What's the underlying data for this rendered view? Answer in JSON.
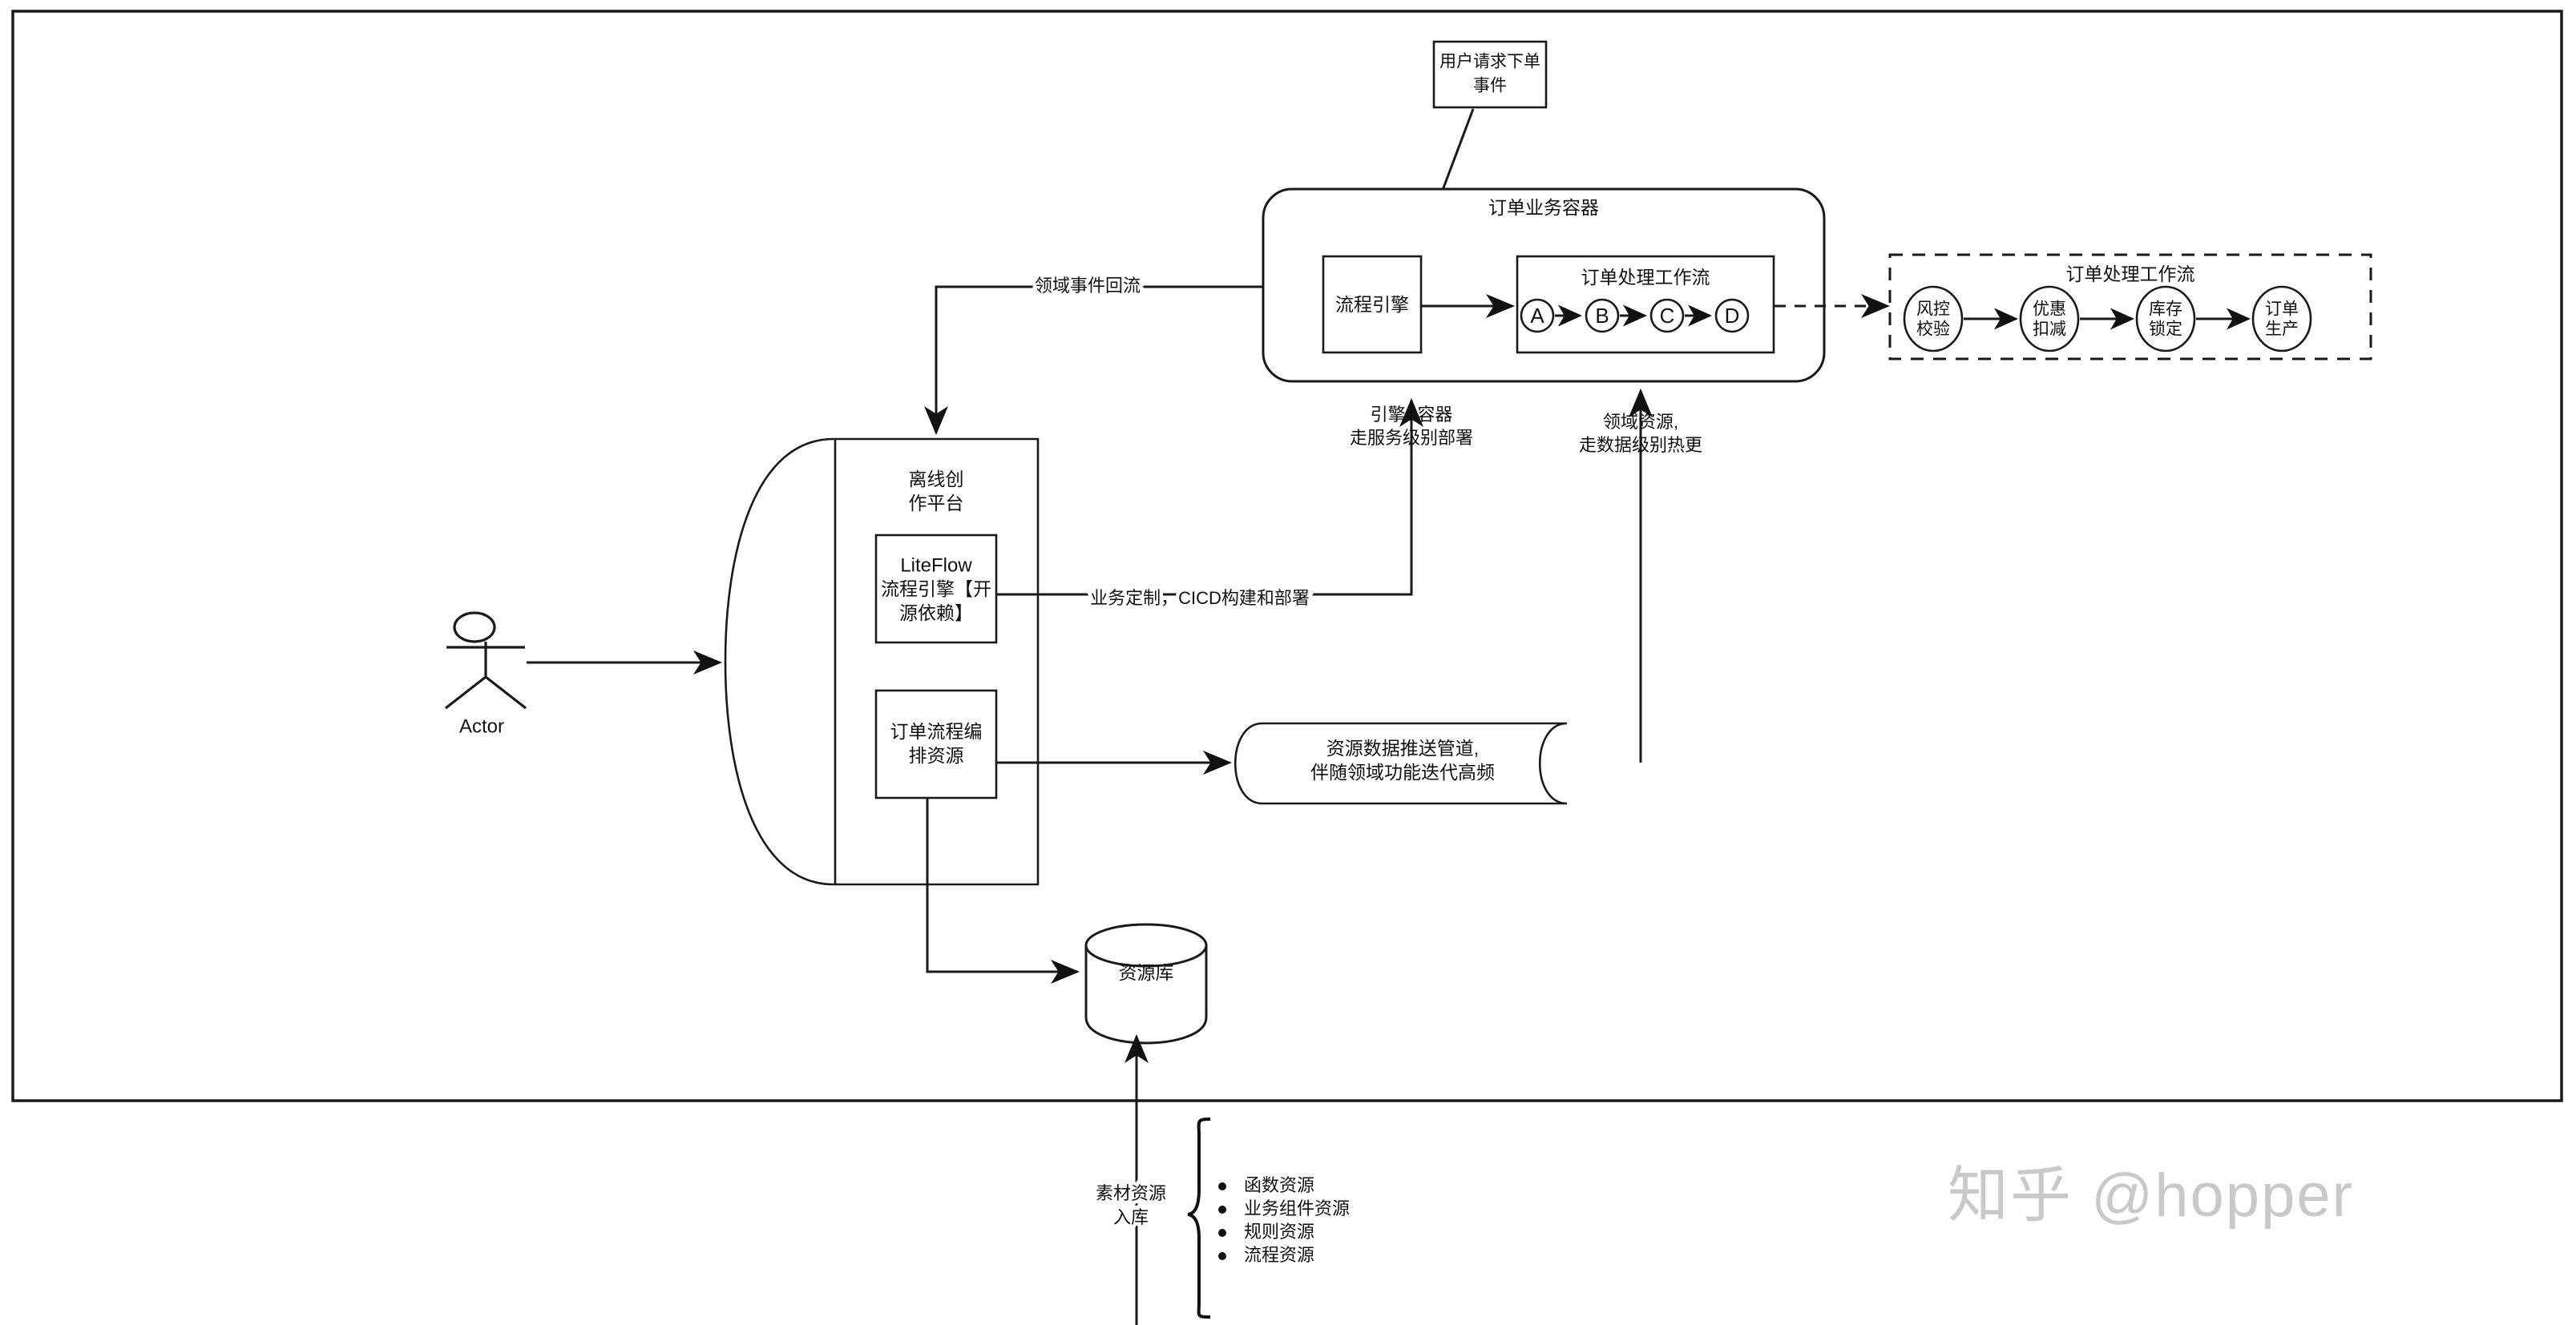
{
  "canvas": {
    "border_color": "#1a1a1a",
    "background": "#ffffff"
  },
  "watermark": {
    "text": "知乎 @hopper",
    "color": "#c9c9c9"
  },
  "actor": {
    "label": "Actor"
  },
  "event_box": {
    "line1": "用户请求下单",
    "line2": "事件"
  },
  "order_container": {
    "title": "订单业务容器",
    "engine_box": {
      "label": "流程引擎"
    },
    "workflow_box": {
      "title": "订单处理工作流",
      "nodes": [
        "A",
        "B",
        "C",
        "D"
      ]
    }
  },
  "detail_workflow": {
    "title": "订单处理工作流",
    "nodes": [
      {
        "line1": "风控",
        "line2": "校验"
      },
      {
        "line1": "优惠",
        "line2": "扣减"
      },
      {
        "line1": "库存",
        "line2": "锁定"
      },
      {
        "line1": "订单",
        "line2": "生产"
      }
    ]
  },
  "offline_platform": {
    "title_line1": "离线创",
    "title_line2": "作平台",
    "liteflow_box": {
      "line1": "LiteFlow",
      "line2": "流程引擎【开",
      "line3": "源依赖】"
    },
    "resource_box": {
      "line1": "订单流程编",
      "line2": "排资源"
    }
  },
  "pipeline": {
    "line1": "资源数据推送管道,",
    "line2": "伴随领域功能迭代高频"
  },
  "database": {
    "label": "资源库"
  },
  "edge_labels": {
    "event_feedback": "领域事件回流",
    "engine_container_l1": "引擎&容器",
    "engine_container_l2": "走服务级别部署",
    "domain_resource_l1": "领域资源,",
    "domain_resource_l2": "走数据级别热更",
    "business_cicd": "业务定制，CICD构建和部署",
    "material_intake_l1": "素材资源",
    "material_intake_l2": "入库"
  },
  "resource_list": {
    "items": [
      "函数资源",
      "业务组件资源",
      "规则资源",
      "流程资源"
    ]
  }
}
